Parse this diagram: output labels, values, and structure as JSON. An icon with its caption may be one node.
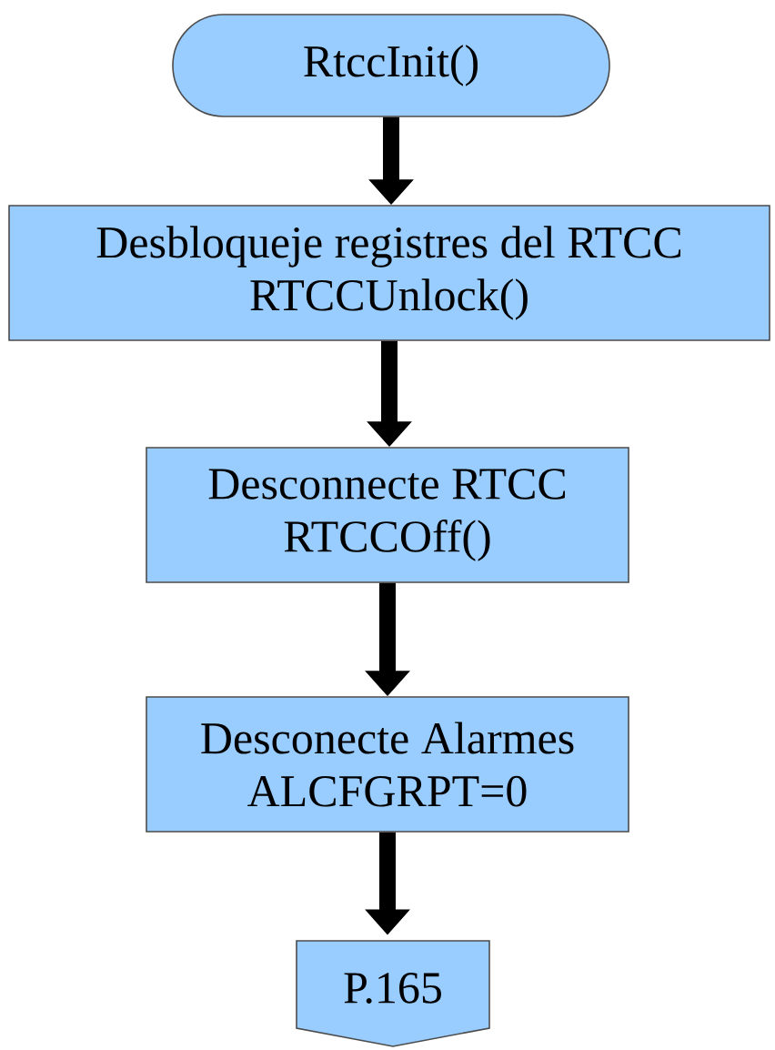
{
  "diagram": {
    "nodes": [
      {
        "text": [
          "RtccInit()"
        ]
      },
      {
        "text": [
          "Desbloqueje registres del RTCC",
          "RTCCUnlock()"
        ]
      },
      {
        "text": [
          "Desconnecte RTCC",
          "RTCCOff()"
        ]
      },
      {
        "text": [
          "Desconecte Alarmes",
          "ALCFGRPT=0"
        ]
      },
      {
        "text": [
          "P.165"
        ]
      }
    ],
    "edges": [
      {
        "from": 0,
        "to": 1,
        "arrow": "to"
      },
      {
        "from": 1,
        "to": 2,
        "arrow": "to"
      },
      {
        "from": 2,
        "to": 3,
        "arrow": "to"
      },
      {
        "from": 3,
        "to": 4,
        "arrow": "to"
      }
    ]
  }
}
